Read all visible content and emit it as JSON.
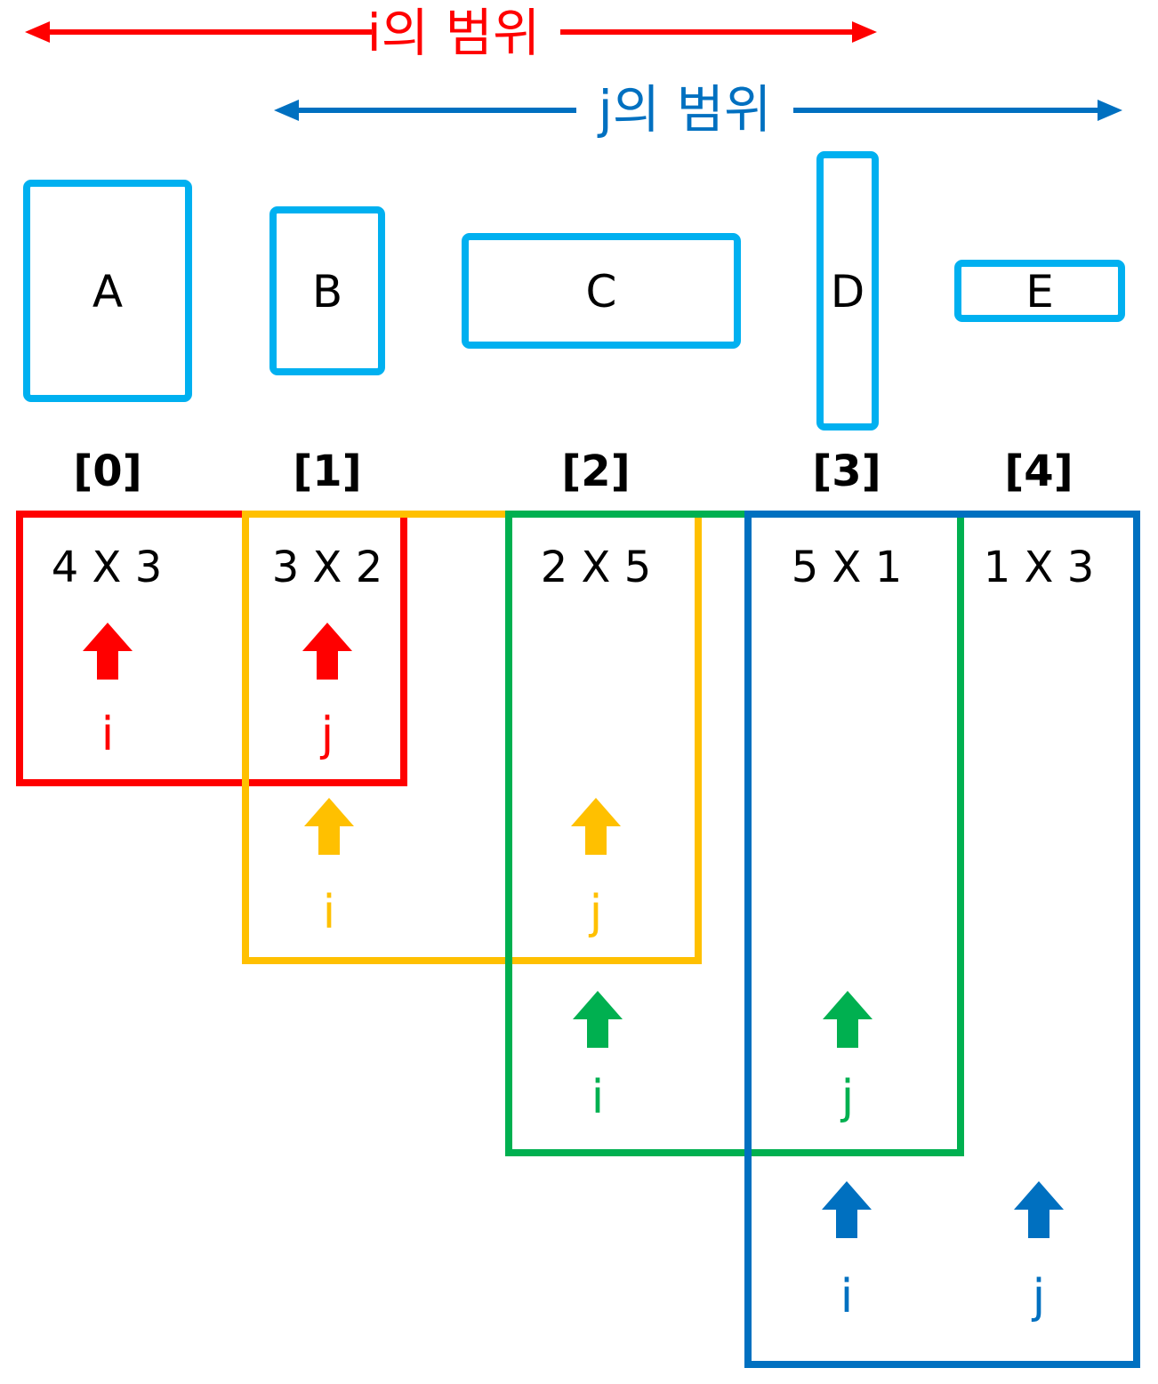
{
  "ranges": {
    "i": {
      "label": "i의 범위",
      "color": "#ff0000"
    },
    "j": {
      "label": "j의 범위",
      "color": "#0070c0"
    }
  },
  "matrices": [
    {
      "letter": "A",
      "index": "[0]",
      "dims": "4 X 3"
    },
    {
      "letter": "B",
      "index": "[1]",
      "dims": "3 X 2"
    },
    {
      "letter": "C",
      "index": "[2]",
      "dims": "2 X 5"
    },
    {
      "letter": "D",
      "index": "[3]",
      "dims": "5 X 1"
    },
    {
      "letter": "E",
      "index": "[4]",
      "dims": "1 X 3"
    }
  ],
  "box_color": "#00b0f0",
  "groups": [
    {
      "color": "#ff0000",
      "i_label": "i",
      "j_label": "j",
      "i_index": 0,
      "j_index": 1
    },
    {
      "color": "#ffc000",
      "i_label": "i",
      "j_label": "j",
      "i_index": 1,
      "j_index": 2
    },
    {
      "color": "#00b050",
      "i_label": "i",
      "j_label": "j",
      "i_index": 2,
      "j_index": 3
    },
    {
      "color": "#0070c0",
      "i_label": "i",
      "j_label": "j",
      "i_index": 3,
      "j_index": 4
    }
  ]
}
